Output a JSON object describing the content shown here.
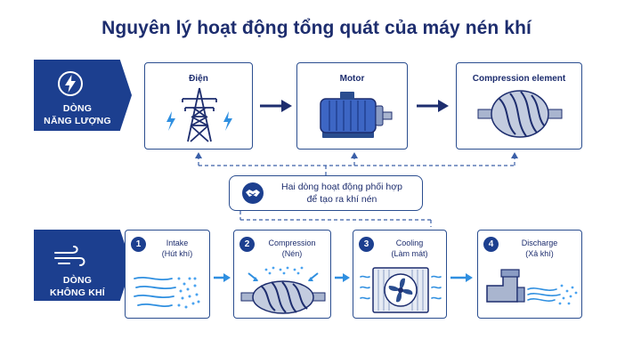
{
  "title": "Nguyên lý hoạt động tổng quát của máy nén khí",
  "energy_row": {
    "label_line1": "DÒNG",
    "label_line2": "NĂNG LƯỢNG",
    "icon": "lightning-icon",
    "cards": [
      {
        "label": "Điện",
        "icon": "power-tower-icon"
      },
      {
        "label": "Motor",
        "icon": "electric-motor-icon"
      },
      {
        "label": "Compression element",
        "icon": "screw-rotor-icon"
      }
    ]
  },
  "center": {
    "line1": "Hai dòng hoạt động phối hợp",
    "line2": "để tạo ra khí nén",
    "icon": "handshake-icon"
  },
  "air_row": {
    "label_line1": "DÒNG",
    "label_line2": "KHÔNG KHÍ",
    "icon": "wind-icon",
    "steps": [
      {
        "num": "1",
        "label_line1": "Intake",
        "label_line2": "(Hút khí)",
        "icon": "air-intake-icon"
      },
      {
        "num": "2",
        "label_line1": "Compression",
        "label_line2": "(Nén)",
        "icon": "compression-rotor-icon"
      },
      {
        "num": "3",
        "label_line1": "Cooling",
        "label_line2": "(Làm mát)",
        "icon": "radiator-fan-icon"
      },
      {
        "num": "4",
        "label_line1": "Discharge",
        "label_line2": "(Xả khí)",
        "icon": "discharge-pipe-icon"
      }
    ]
  },
  "colors": {
    "navy": "#1c3f8f",
    "border": "#2a4d8f",
    "accent_blue": "#2f8fe0",
    "dashed": "#3a5fa8"
  }
}
